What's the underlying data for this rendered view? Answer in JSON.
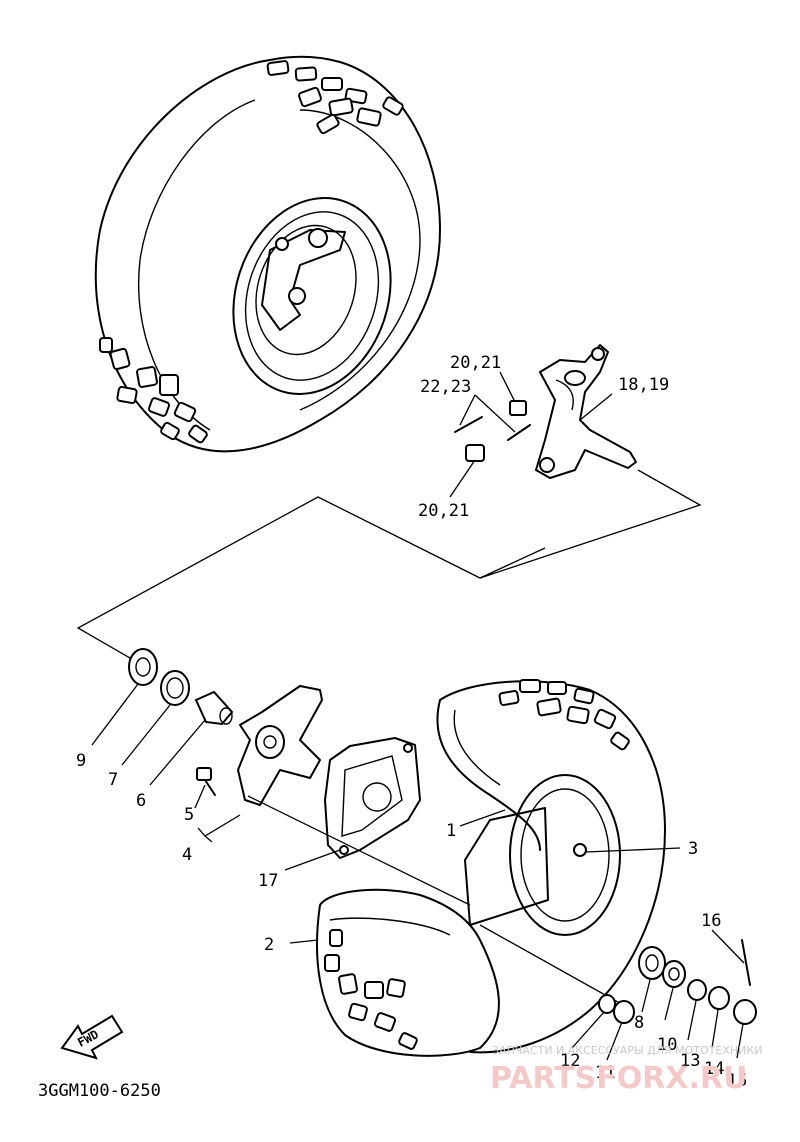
{
  "diagram": {
    "code": "3GGM100-6250",
    "fwd_label": "FWD",
    "labels": {
      "l1": "1",
      "l2": "2",
      "l3": "3",
      "l4": "4",
      "l5": "5",
      "l6": "6",
      "l7": "7",
      "l8": "8",
      "l9": "9",
      "l10": "10",
      "l11": "11",
      "l12": "12",
      "l13": "13",
      "l14": "14",
      "l15": "15",
      "l16": "16",
      "l17": "17",
      "l18_19": "18,19",
      "l20_21_top": "20,21",
      "l20_21_bottom": "20,21",
      "l22_23": "22,23"
    }
  },
  "watermark": {
    "subtitle": "ЗАПЧАСТИ И АКСЕССУАРЫ ДЛЯ МОТОТЕХНИКИ",
    "brand": "PARTSFORX.RU"
  }
}
